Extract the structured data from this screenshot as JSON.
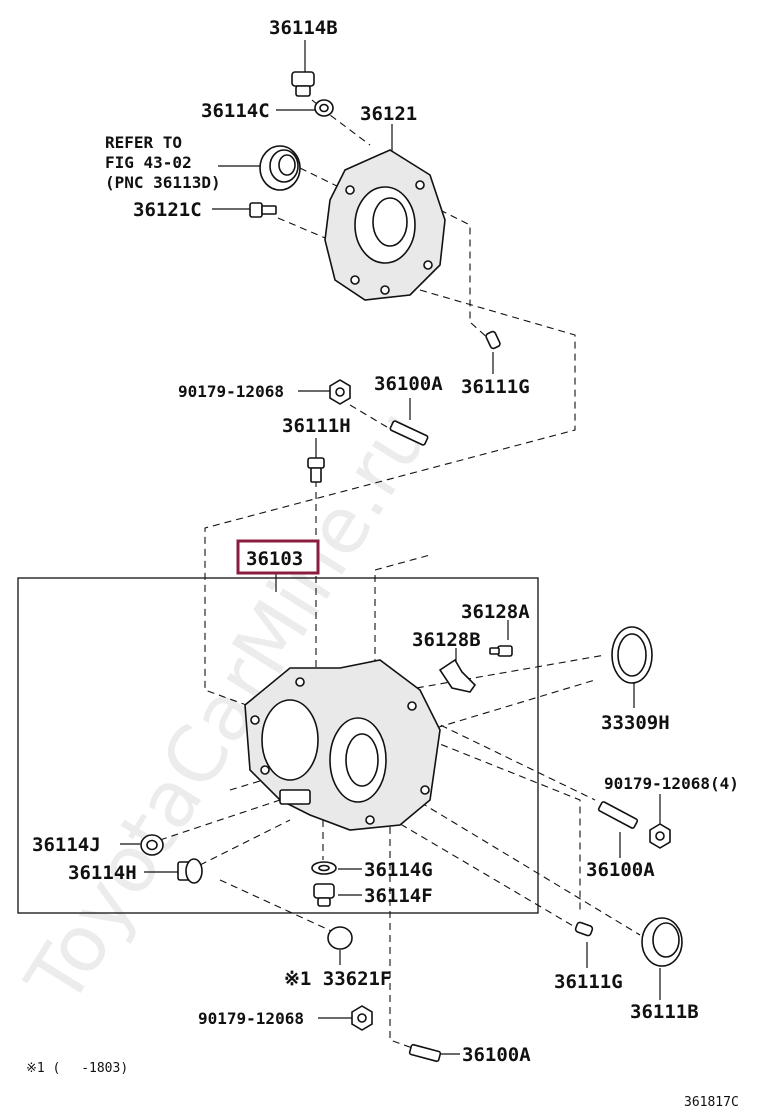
{
  "watermark": "ToyotaCarMine.ru",
  "diagram_code": "361817C",
  "footnote": "※1 (　 -1803)",
  "selected_part": "36103",
  "labels": {
    "p36114B": "36114B",
    "p36114C_top": "36114C",
    "p36121": "36121",
    "refer_line1": "REFER TO",
    "refer_line2": "FIG 43-02",
    "refer_line3": "(PNC 36113D)",
    "p36121C": "36121C",
    "p90179_top": "90179-12068",
    "p36100A_top": "36100A",
    "p36111G_top": "36111G",
    "p36111H": "36111H",
    "p36103": "36103",
    "p36128A": "36128A",
    "p36128B": "36128B",
    "p33309H": "33309H",
    "p90179_4": "90179-12068(4)",
    "p36100A_right": "36100A",
    "p36114J": "36114J",
    "p36114H": "36114H",
    "p36114G": "36114G",
    "p36114F": "36114F",
    "p33621F": "※1 33621F",
    "p36111G_bottom": "36111G",
    "p36111B": "36111B",
    "p90179_bottom": "90179-12068",
    "p36100A_bottom": "36100A"
  }
}
